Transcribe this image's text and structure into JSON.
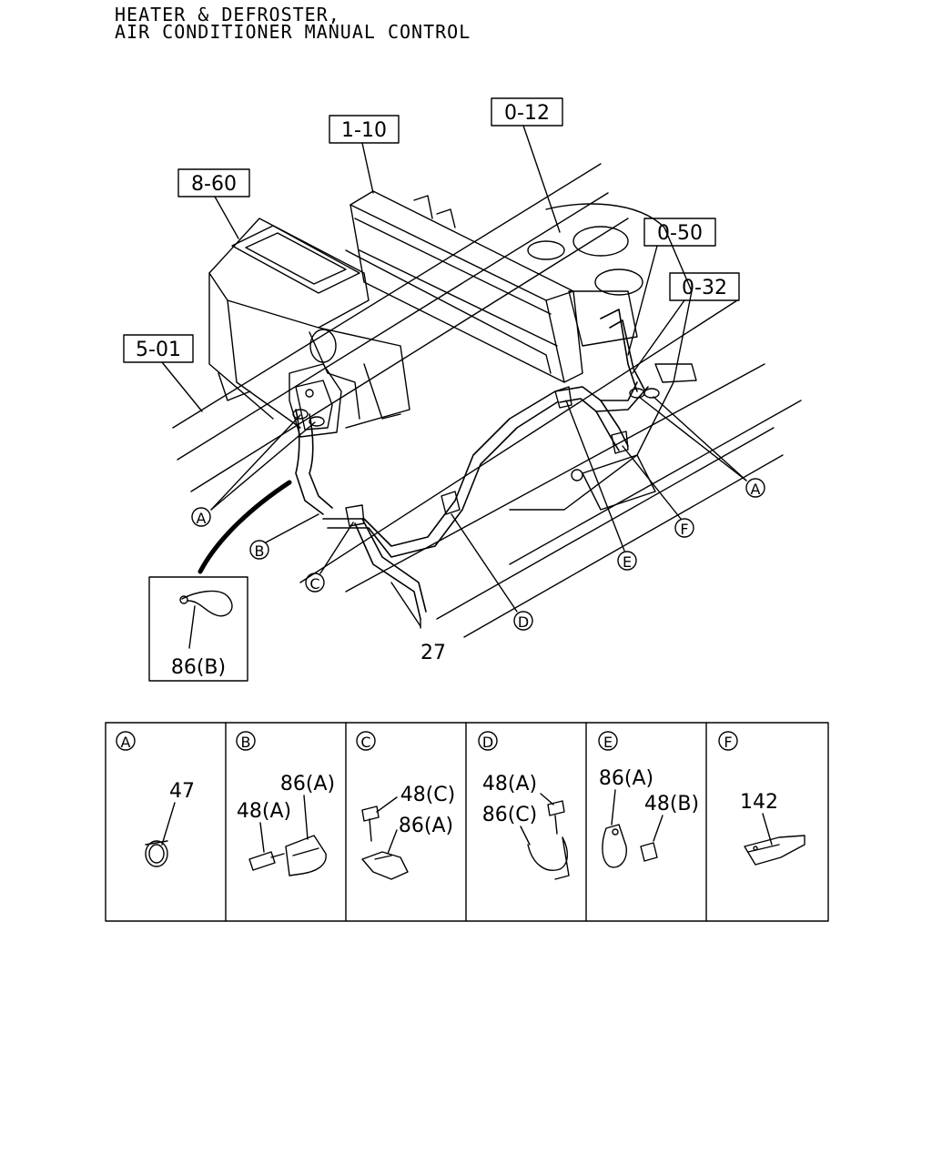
{
  "title": {
    "line1": "HEATER & DEFROSTER,",
    "line2": "AIR CONDITIONER MANUAL CONTROL"
  },
  "section_refs": [
    "1-10",
    "0-12",
    "8-60",
    "0-50",
    "0-32",
    "5-01"
  ],
  "callouts": {
    "a_left": "A",
    "a_right": "A",
    "b": "B",
    "c": "C",
    "d": "D",
    "e": "E",
    "f": "F"
  },
  "part_numbers": {
    "hose": "27",
    "inset": "86(B)"
  },
  "detail_panels": [
    {
      "letter": "A",
      "labels": [
        "47"
      ]
    },
    {
      "letter": "B",
      "labels": [
        "86(A)",
        "48(A)"
      ]
    },
    {
      "letter": "C",
      "labels": [
        "48(C)",
        "86(A)"
      ]
    },
    {
      "letter": "D",
      "labels": [
        "48(A)",
        "86(C)"
      ]
    },
    {
      "letter": "E",
      "labels": [
        "86(A)",
        "48(B)"
      ]
    },
    {
      "letter": "F",
      "labels": [
        "142"
      ]
    }
  ]
}
